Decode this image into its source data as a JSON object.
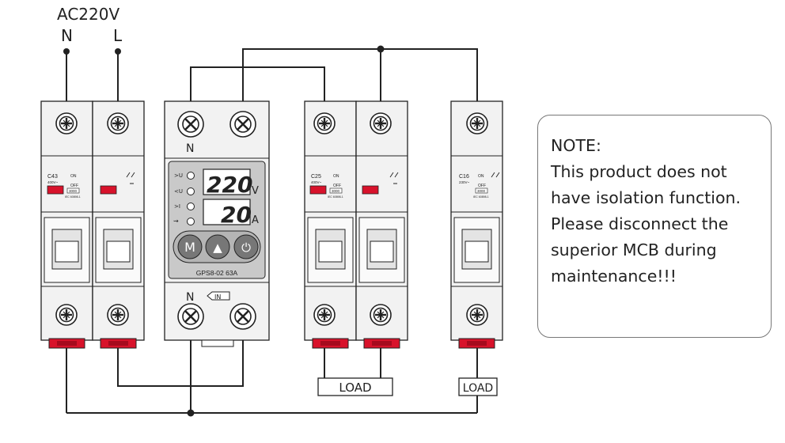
{
  "supply": {
    "voltage_label": "AC220V",
    "neutral_label": "N",
    "live_label": "L"
  },
  "mcb_main": {
    "rating": "C43",
    "voltage": "400V~",
    "on": "ON",
    "off": "OFF",
    "capacity": "3000",
    "standard": "IEC 60898-1"
  },
  "mcb_load_2p": {
    "rating": "C25",
    "voltage": "400V~",
    "on": "ON",
    "off": "OFF",
    "capacity": "3000",
    "standard": "IEC 60898-1"
  },
  "mcb_load_1p": {
    "rating": "C16",
    "voltage": "230V~",
    "on": "ON",
    "off": "OFF",
    "capacity": "3000",
    "standard": "IEC 60898-1"
  },
  "protector": {
    "top_terminal_label": "N",
    "bottom_terminal_label": "N",
    "in_label": "IN",
    "voltage_reading": "220",
    "voltage_unit": "V",
    "current_reading": "20",
    "current_unit": "A",
    "indicators": [
      ">U",
      "<U",
      ">I",
      "⇝"
    ],
    "buttons": [
      "M",
      "▲",
      "⏻"
    ],
    "model": "GPS8-02 63A"
  },
  "loads": {
    "load_2p": "LOAD",
    "load_1p": "LOAD"
  },
  "note": {
    "title": "NOTE:",
    "lines": [
      "This product does not",
      "have isolation function.",
      "Please disconnect the",
      "superior MCB during",
      "maintenance!!!"
    ]
  },
  "colors": {
    "handle_red": "#d8122b",
    "wire": "#222222",
    "body": "#f2f2f2"
  }
}
